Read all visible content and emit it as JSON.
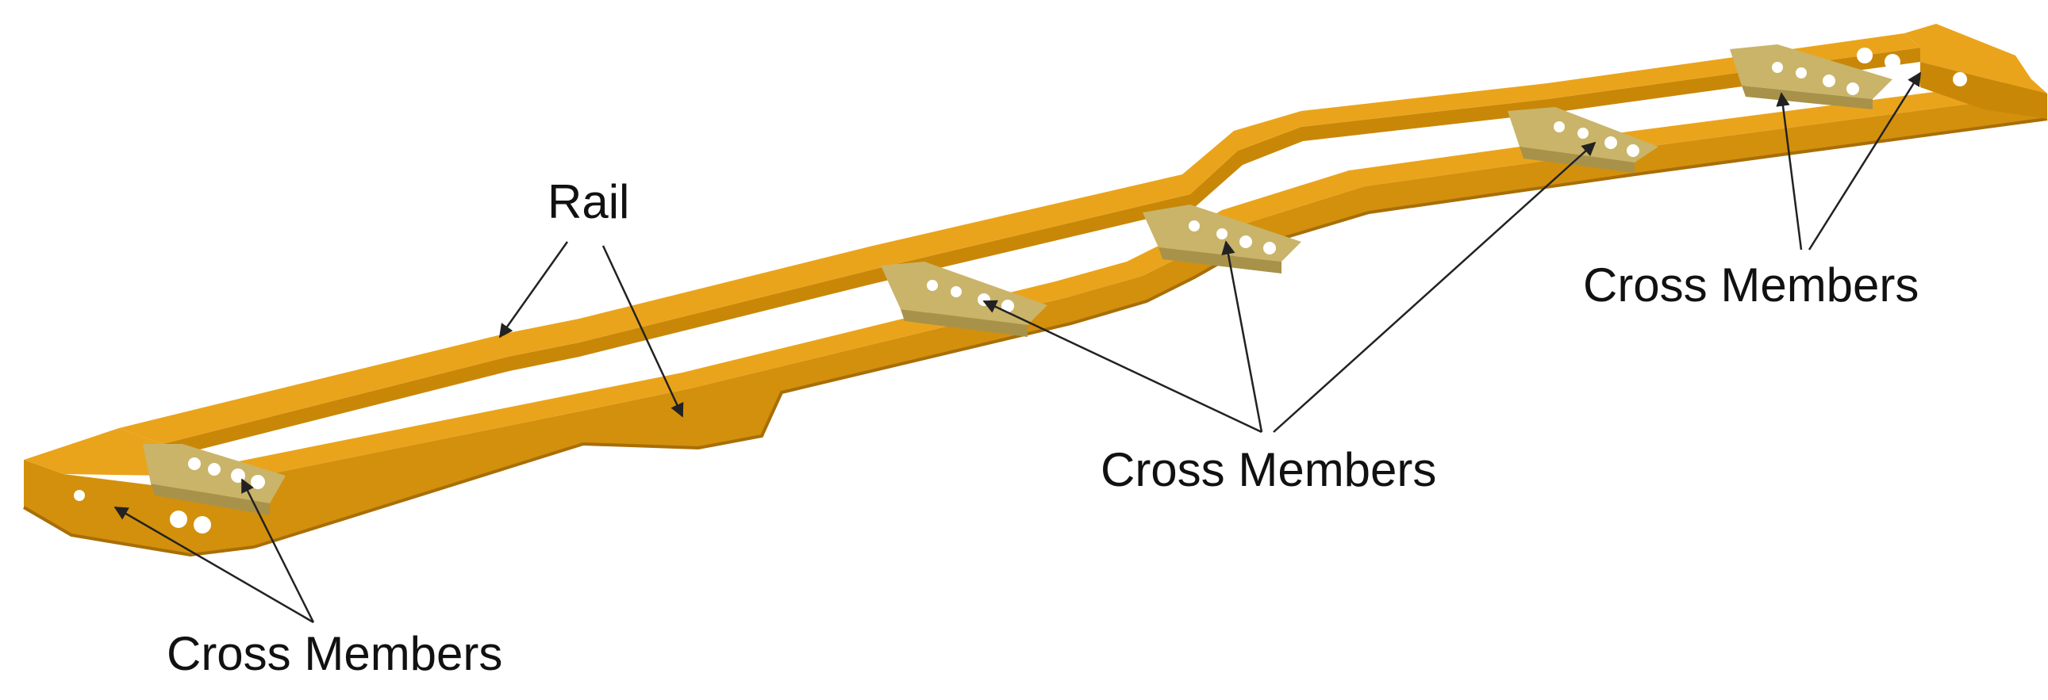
{
  "labels": {
    "rail": "Rail",
    "cross_members_center": "Cross Members",
    "cross_members_right": "Cross Members",
    "cross_members_left": "Cross Members"
  },
  "colors": {
    "rail_top": "#E9A31A",
    "rail_side": "#D08A0A",
    "rail_dark": "#B8770A",
    "cross_member": "#C9B46A",
    "cross_member_dark": "#A8924A",
    "hole": "#FFFFFF",
    "arrow": "#222222",
    "label_text": "#111111"
  },
  "icons": {
    "arrowhead": "arrowhead-icon"
  }
}
